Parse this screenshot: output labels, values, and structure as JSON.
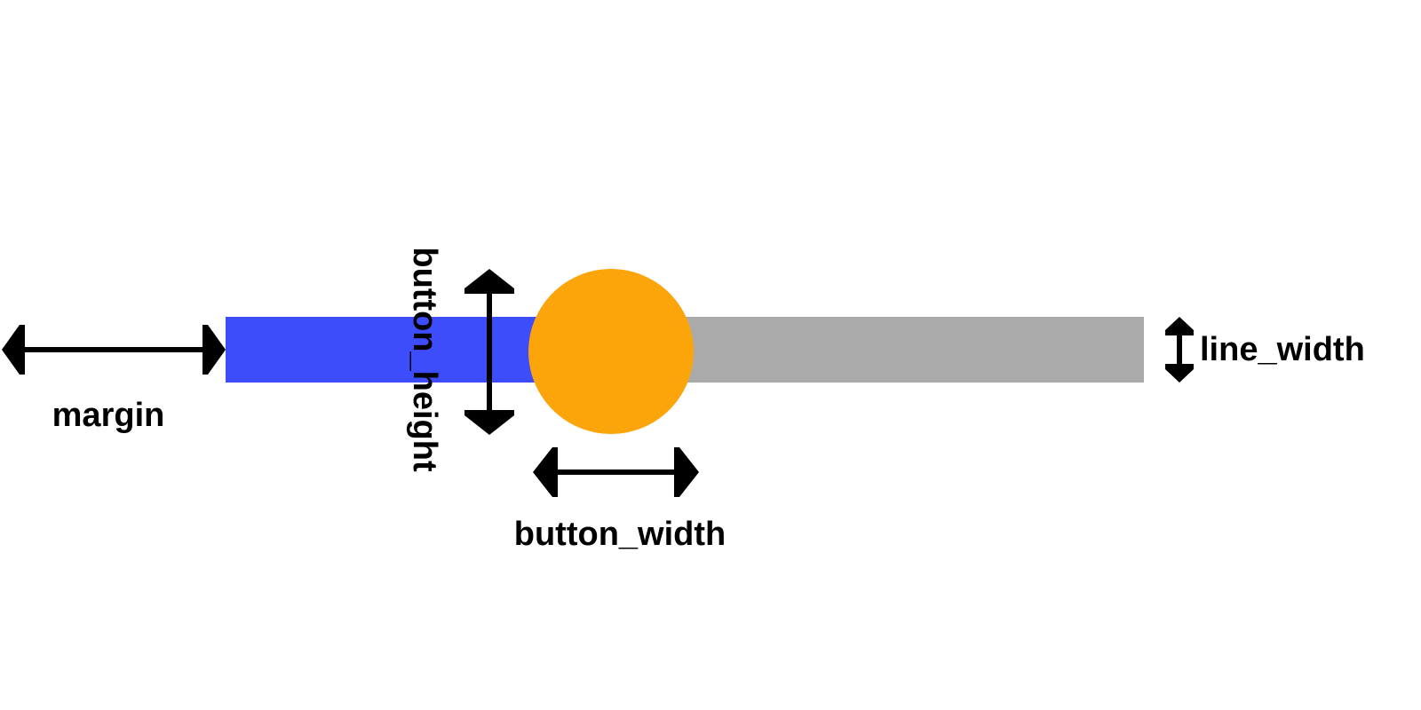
{
  "slider": {
    "filled_color": "#3d4dfc",
    "track_color": "#aaaaaa",
    "knob_color": "#fba50b",
    "value_fraction": 0.42
  },
  "dimension_color": "#000000",
  "labels": {
    "margin": "margin",
    "button_height": "button_height",
    "button_width": "button_width",
    "line_width": "line_width"
  }
}
